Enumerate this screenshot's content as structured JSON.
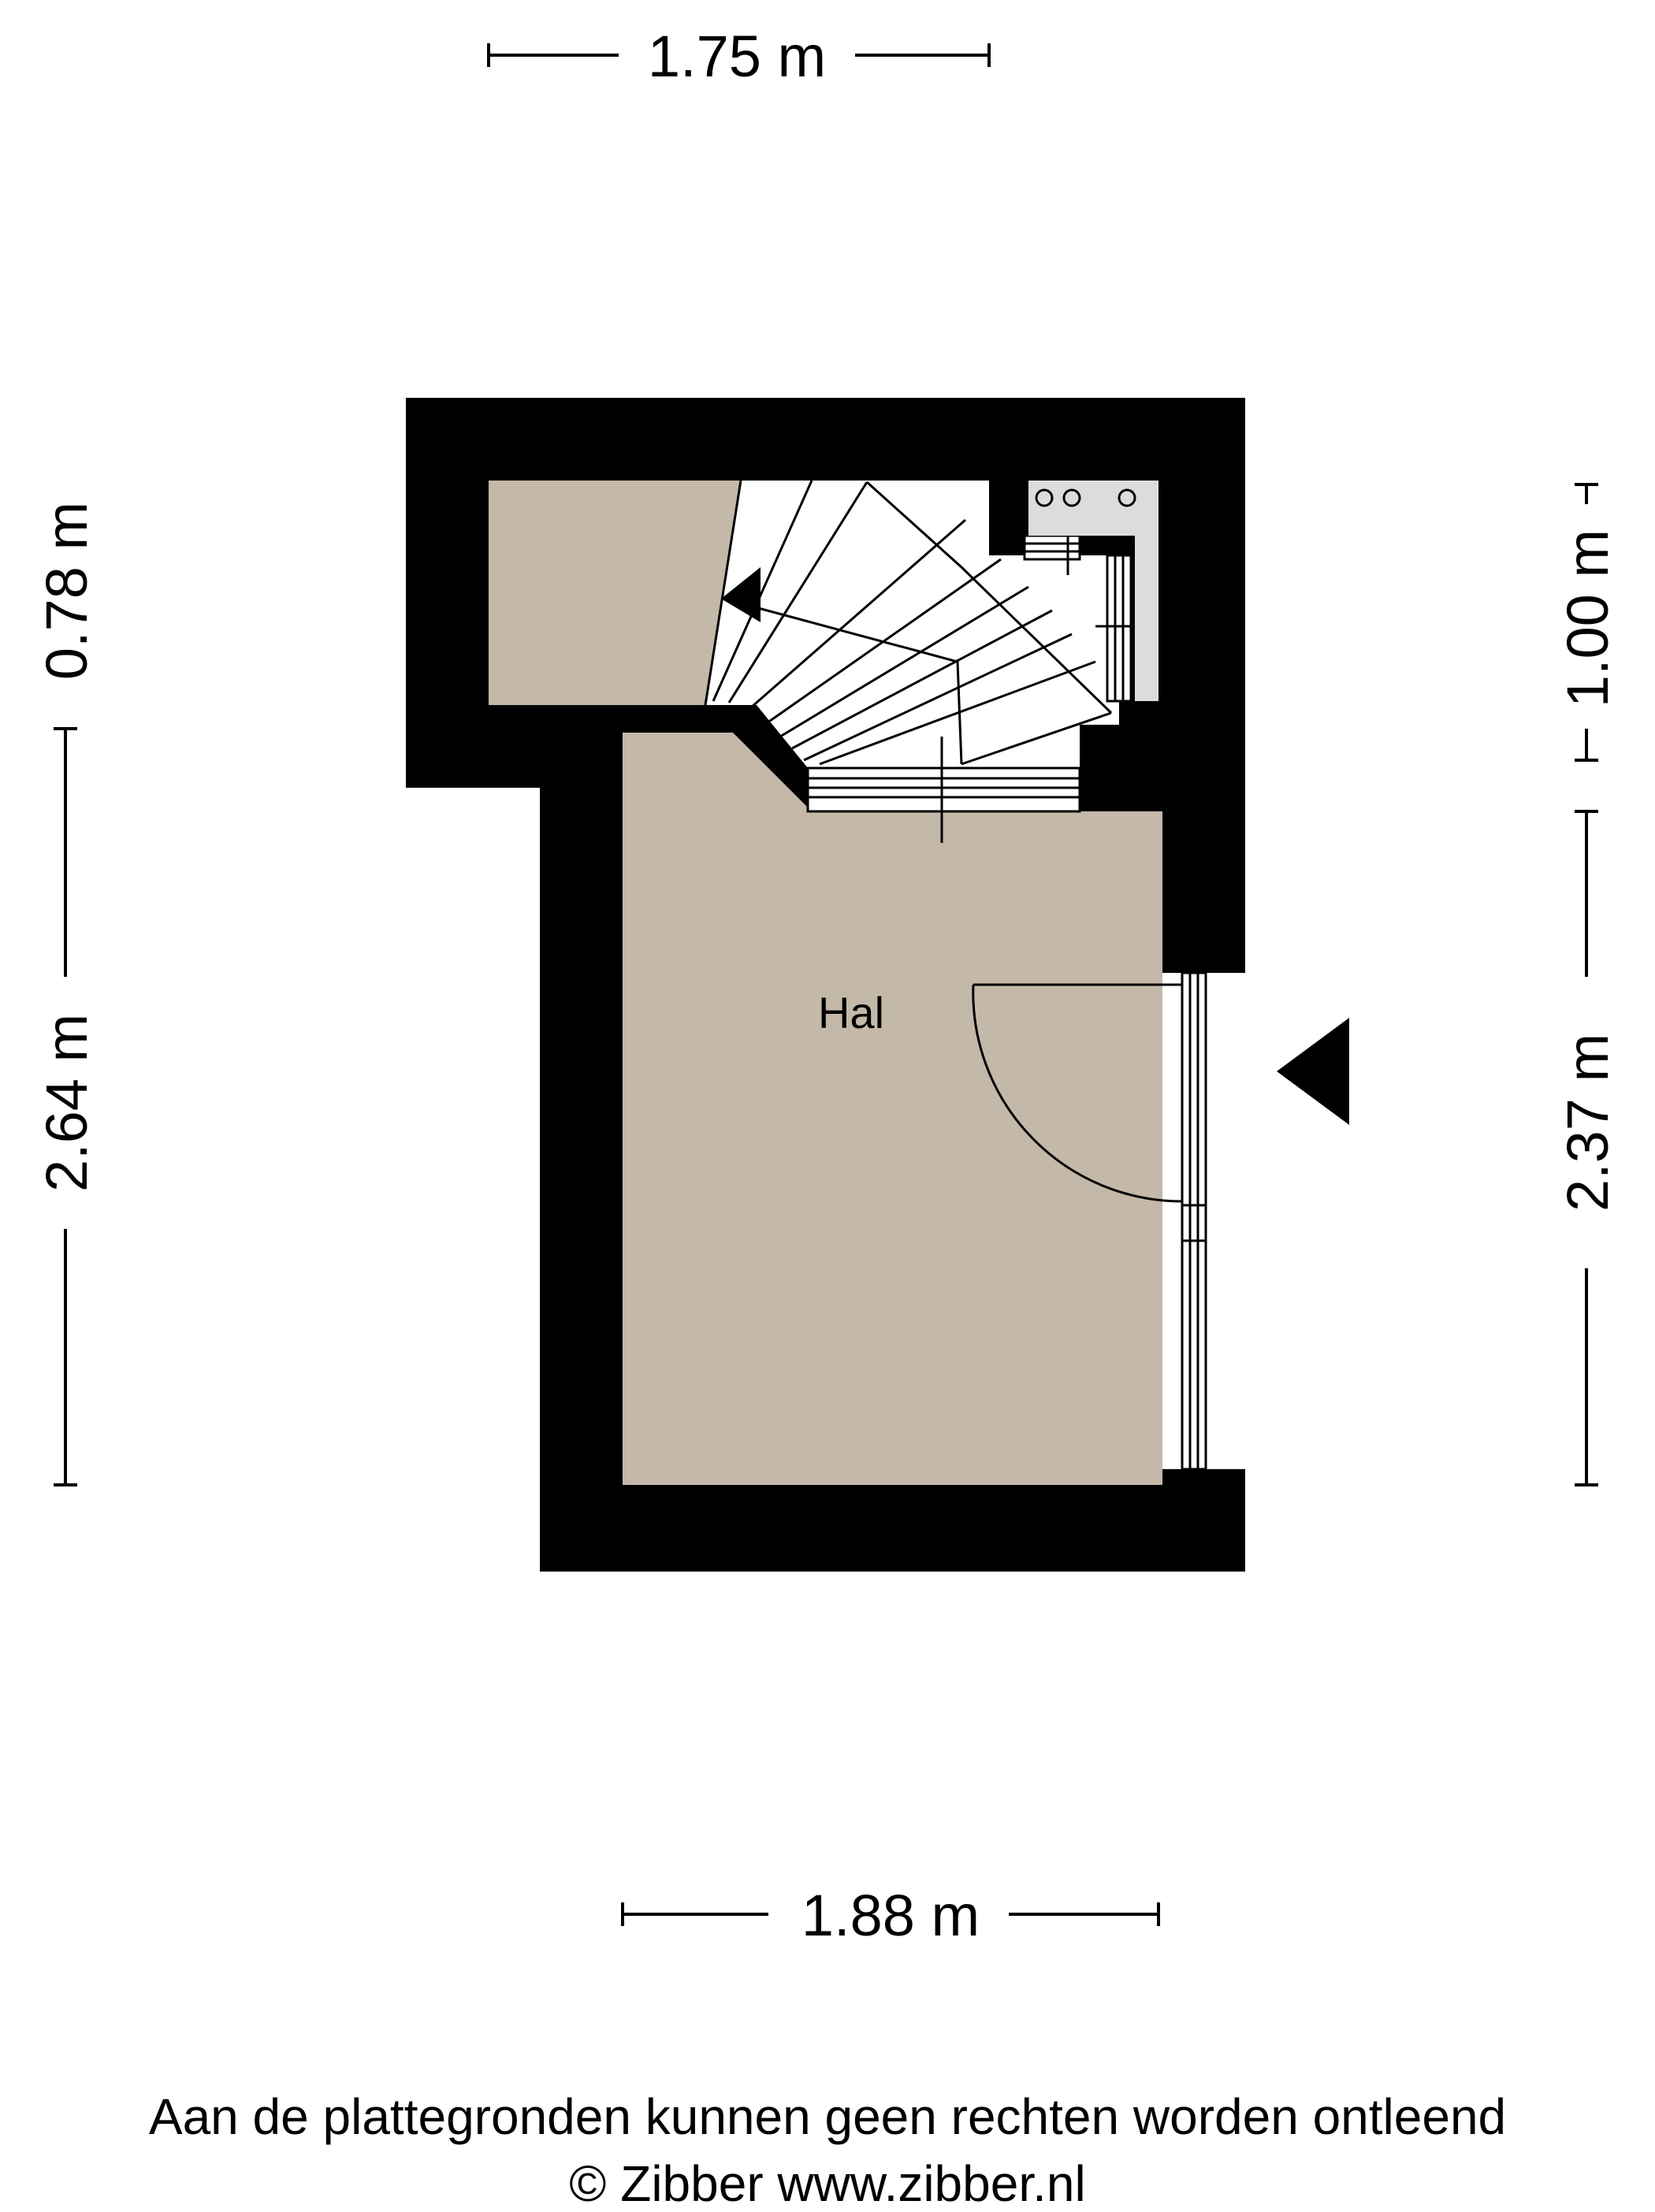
{
  "dimensions": {
    "top_width": "1.75 m",
    "bottom_width": "1.88 m",
    "left_upper": "0.78 m",
    "left_lower": "2.64 m",
    "right_upper": "1.00 m",
    "right_lower": "2.37 m"
  },
  "rooms": {
    "hal": "Hal"
  },
  "footer": {
    "disclaimer": "Aan de plattegronden kunnen geen rechten worden ontleend",
    "copyright": "© Zibber www.zibber.nl"
  },
  "colors": {
    "wall": "#000000",
    "floor": "#c4b8a9",
    "stair": "#ffffff",
    "background": "#ffffff"
  },
  "icons": {
    "entrance_arrow": "triangle-left",
    "stair_direction": "triangle-arrow"
  }
}
